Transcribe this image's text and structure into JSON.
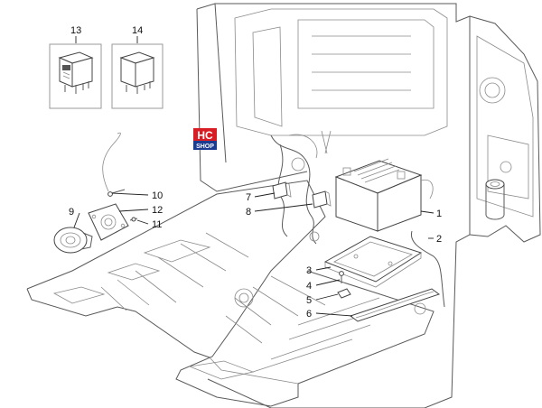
{
  "inset_boxes": [
    {
      "label": "13"
    },
    {
      "label": "14"
    }
  ],
  "callouts": [
    "1",
    "2",
    "3",
    "4",
    "5",
    "6",
    "7",
    "8",
    "9",
    "10",
    "11",
    "12"
  ],
  "watermark": {
    "line1": "HC",
    "line2": "SHOP",
    "colors": {
      "top": "#d81e24",
      "bottom": "#1a3b8f"
    }
  }
}
